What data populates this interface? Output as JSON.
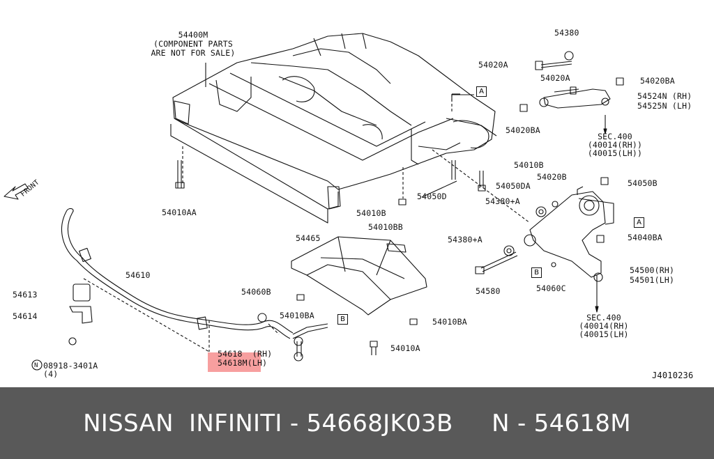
{
  "footer": {
    "title": "NISSAN  INFINITI - 54668JK03B     N - 54618M"
  },
  "diagram": {
    "drawing_id": "J4010236",
    "front_arrow": "FRONT",
    "main_part": "54400M",
    "main_note_1": "(COMPONENT PARTS",
    "main_note_2": "ARE NOT FOR SALE)",
    "highlight_color": "#f05050",
    "labels": {
      "p54380": "54380",
      "p54020A_top": "54020A",
      "p54020A_mid": "54020A",
      "p54020BA_top": "54020BA",
      "p54524N": "54524N (RH)",
      "p54525N": "54525N (LH)",
      "p54020BA_left": "54020BA",
      "sec400_top_1": "SEC.400",
      "sec400_top_2": "(40014(RH))",
      "sec400_top_3": "(40015(LH))",
      "p54010B_right": "54010B",
      "p54020B": "54020B",
      "p54050B": "54050B",
      "p54050DA": "54050DA",
      "p54380A_top": "54380+A",
      "p54050D": "54050D",
      "p54010B_mid": "54010B",
      "p54010BB": "54010BB",
      "p54010AA": "54010AA",
      "p54465": "54465",
      "p54380A_mid": "54380+A",
      "p54040BA": "54040BA",
      "p54500": "54500(RH)",
      "p54501": "54501(LH)",
      "p54580": "54580",
      "p54060C": "54060C",
      "sec400_bot_1": "SEC.400",
      "sec400_bot_2": "(40014(RH)",
      "sec400_bot_3": "(40015(LH)",
      "p54610": "54610",
      "p54613": "54613",
      "p54614": "54614",
      "p54060B": "54060B",
      "p54010BA_left": "54010BA",
      "p54010BA_right": "54010BA",
      "p54010A": "54010A",
      "p54618": "54618  (RH)",
      "p54618M": "54618M(LH)",
      "p08918": "08918-3401A",
      "p08918_qty": "(4)",
      "nut_symbol": "N"
    },
    "ref_boxes": {
      "a": "A",
      "b": "B"
    }
  }
}
